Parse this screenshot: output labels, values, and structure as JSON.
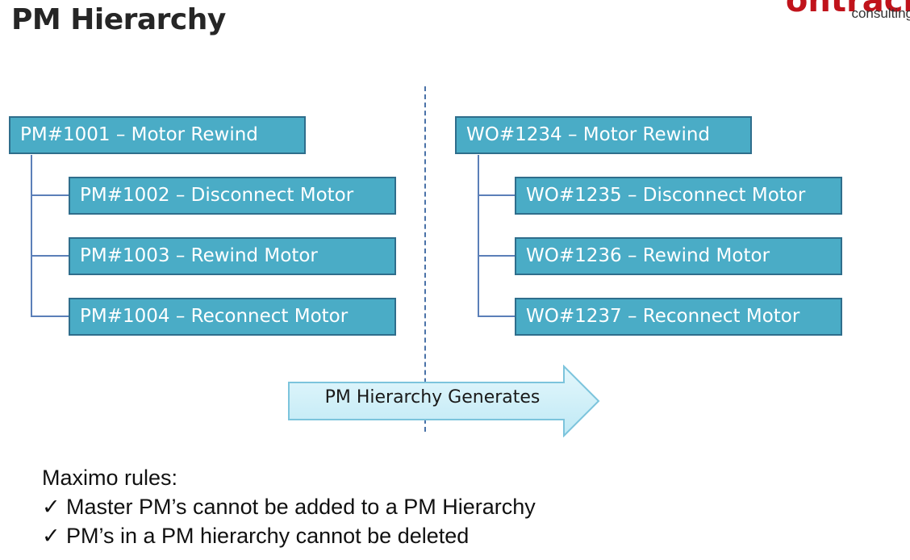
{
  "header": {
    "title": "PM Hierarchy",
    "logo_text": "ontrack",
    "logo_sub": "consulting"
  },
  "left_tree": {
    "root": "PM#1001 – Motor Rewind",
    "children": [
      "PM#1002 – Disconnect Motor",
      "PM#1003 – Rewind Motor",
      "PM#1004 – Reconnect Motor"
    ]
  },
  "right_tree": {
    "root": "WO#1234 – Motor Rewind",
    "children": [
      "WO#1235 – Disconnect Motor",
      "WO#1236 – Rewind Motor",
      "WO#1237 – Reconnect Motor"
    ]
  },
  "arrow": {
    "label": "PM Hierarchy Generates"
  },
  "rules": {
    "heading": "Maximo rules:",
    "items": [
      "Master PM’s cannot be added to a PM Hierarchy",
      "PM’s in a PM hierarchy cannot be deleted"
    ]
  },
  "colors": {
    "node_fill": "#4aacc6",
    "node_border": "#2f6e8c",
    "connector": "#5b7fb8",
    "arrow_fill": "#c9eef7",
    "logo_red": "#c0131b"
  }
}
